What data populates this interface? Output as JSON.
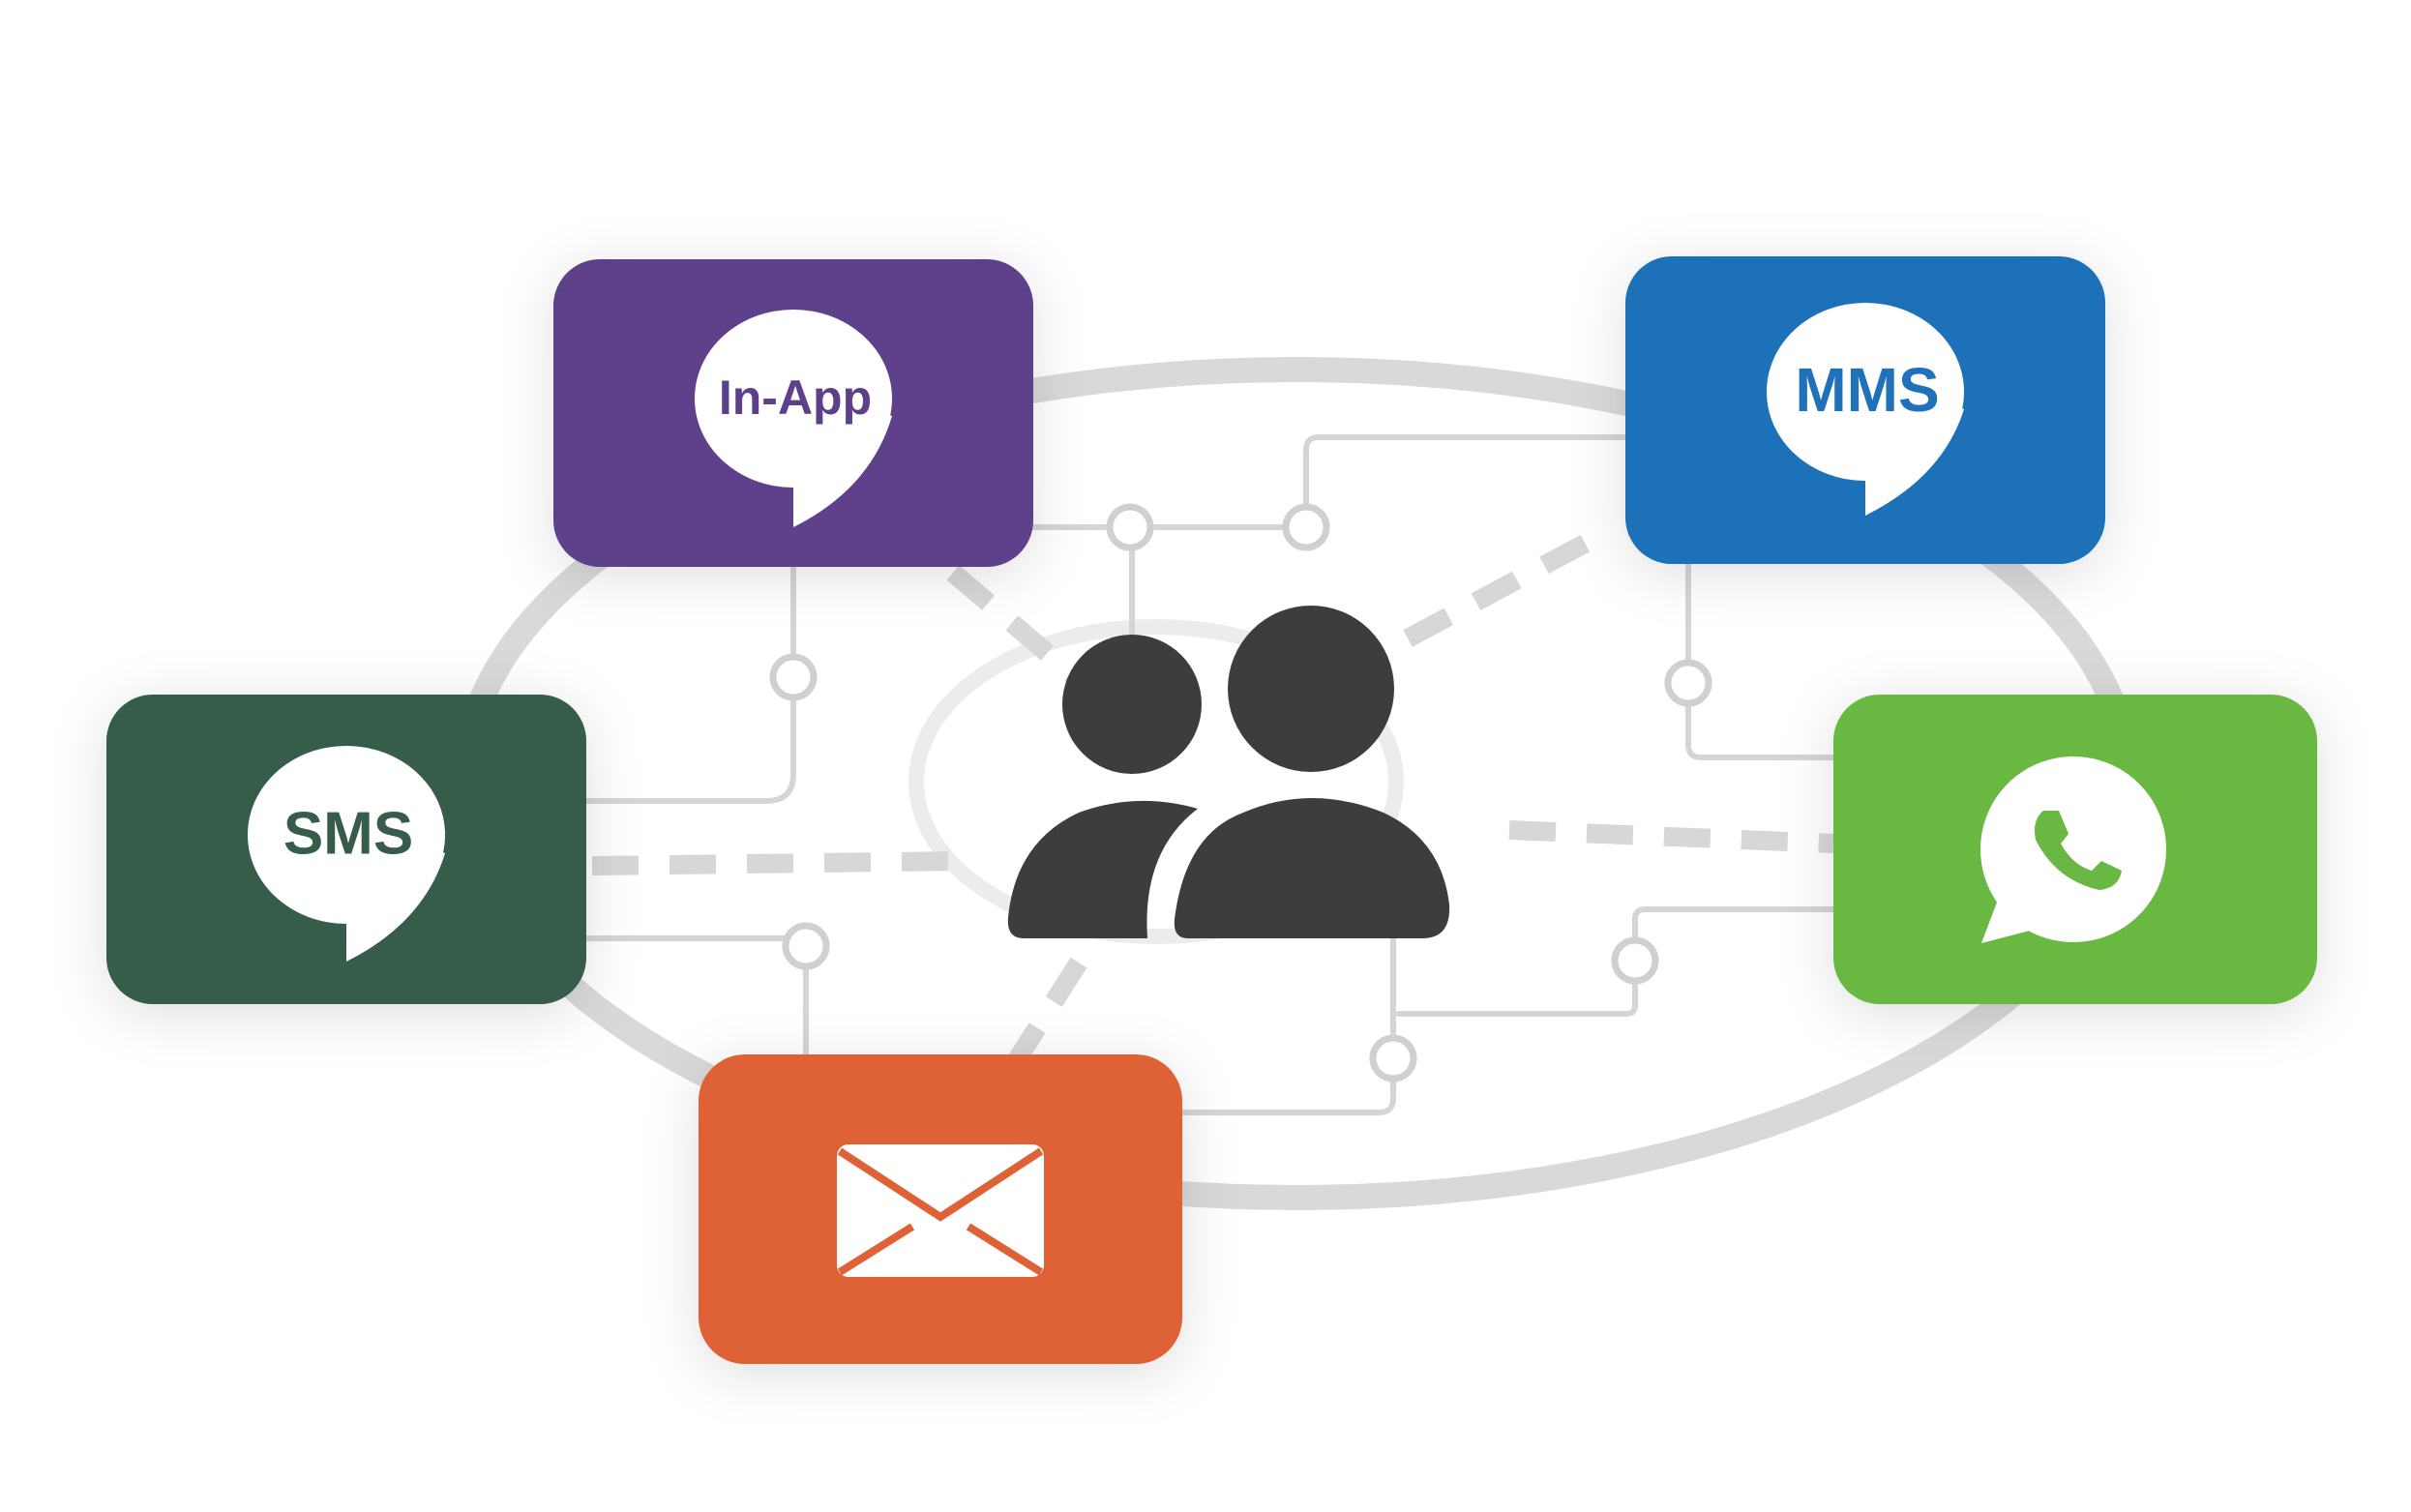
{
  "diagram": {
    "center": {
      "icon": "users-group-icon",
      "color": "#3d3d3d"
    },
    "channels": [
      {
        "id": "in-app",
        "label": "In-App",
        "icon": "chat-bubble-icon",
        "color": "#5e408a",
        "text_color": "#5e408a"
      },
      {
        "id": "mms",
        "label": "MMS",
        "icon": "chat-bubble-icon",
        "color": "#1f71b9",
        "text_color": "#1f71b9"
      },
      {
        "id": "sms",
        "label": "SMS",
        "icon": "chat-bubble-icon",
        "color": "#365d4a",
        "text_color": "#365d4a"
      },
      {
        "id": "whatsapp",
        "label": "",
        "icon": "whatsapp-icon",
        "color": "#68b843",
        "text_color": "#68b843"
      },
      {
        "id": "email",
        "label": "",
        "icon": "envelope-icon",
        "color": "#de6236",
        "text_color": "#de6236"
      }
    ],
    "connector_color": "#d7d7d7"
  }
}
